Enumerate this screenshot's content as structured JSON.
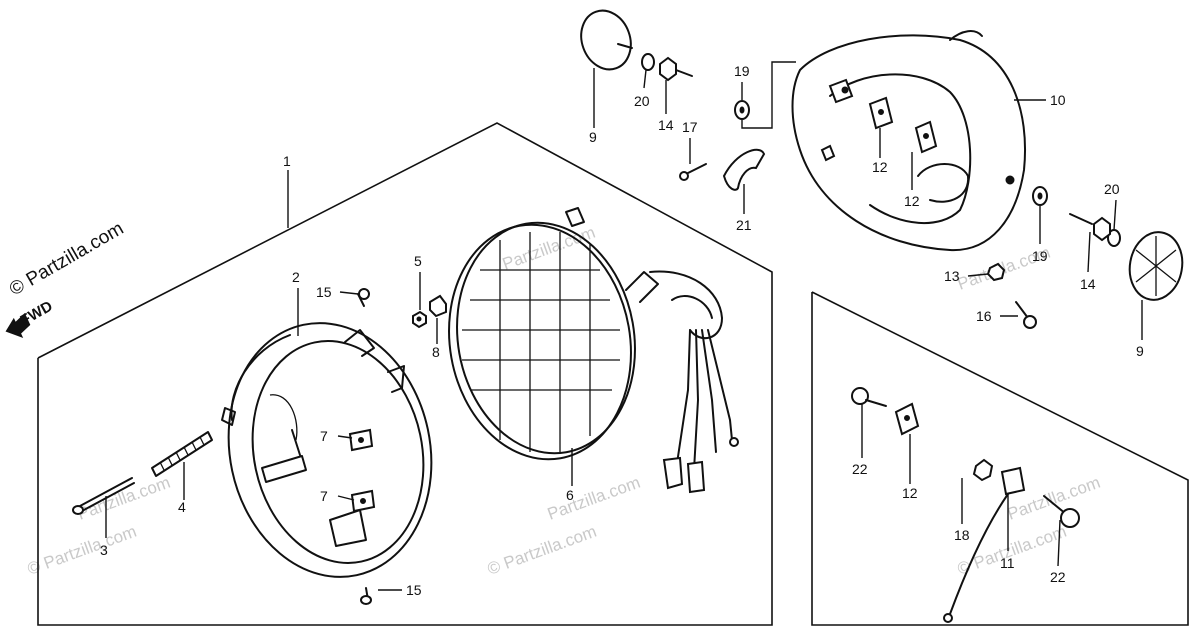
{
  "watermark": {
    "text": "© Partzilla.com",
    "brand": "Partzilla.com",
    "symbol": "©"
  },
  "direction_label": "FWD",
  "callouts": {
    "c1": "1",
    "c2": "2",
    "c3": "3",
    "c4": "4",
    "c5": "5",
    "c6": "6",
    "c7a": "7",
    "c7b": "7",
    "c8": "8",
    "c9a": "9",
    "c9b": "9",
    "c10": "10",
    "c11": "11",
    "c12a": "12",
    "c12b": "12",
    "c12c": "12",
    "c13": "13",
    "c14a": "14",
    "c14b": "14",
    "c15a": "15",
    "c15b": "15",
    "c16": "16",
    "c17": "17",
    "c18": "18",
    "c19a": "19",
    "c19b": "19",
    "c20a": "20",
    "c20b": "20",
    "c21": "21",
    "c22a": "22",
    "c22b": "22"
  },
  "colors": {
    "line": "#111111",
    "watermark": "#c9c9c9",
    "background": "#ffffff"
  }
}
